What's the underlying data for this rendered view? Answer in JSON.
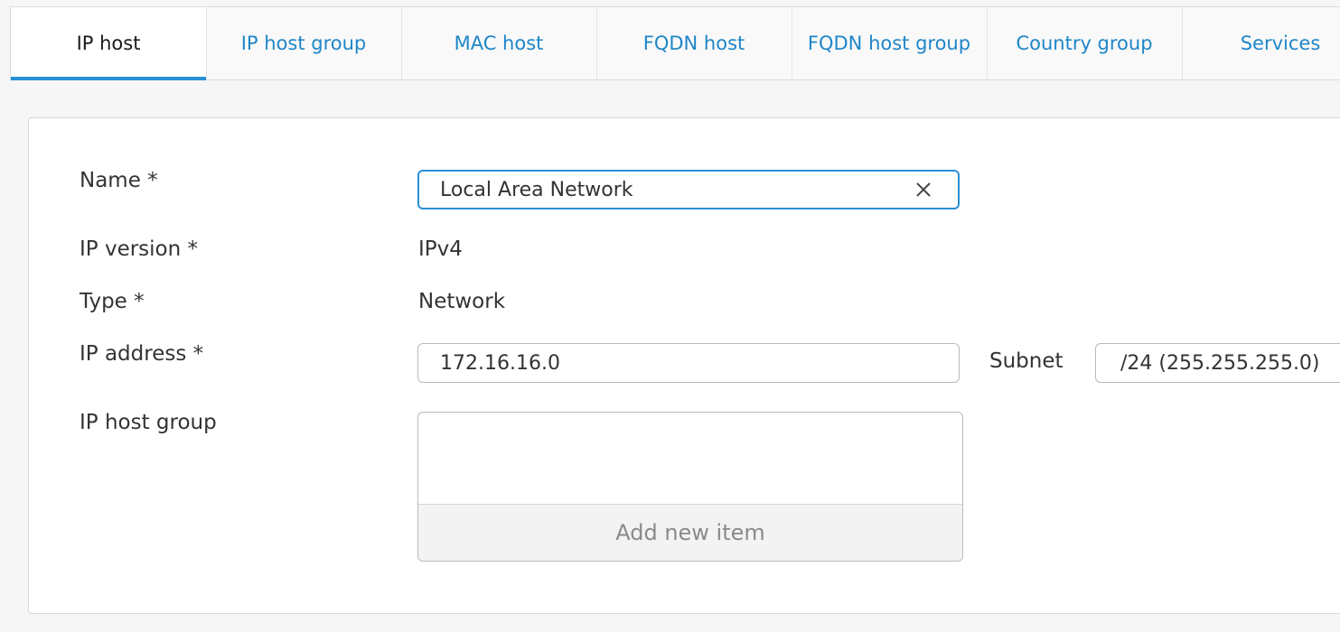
{
  "tabs": [
    {
      "label": "IP host",
      "active": true
    },
    {
      "label": "IP host group",
      "active": false
    },
    {
      "label": "MAC host",
      "active": false
    },
    {
      "label": "FQDN host",
      "active": false
    },
    {
      "label": "FQDN host group",
      "active": false
    },
    {
      "label": "Country group",
      "active": false
    },
    {
      "label": "Services",
      "active": false
    }
  ],
  "form": {
    "name": {
      "label": "Name *",
      "value": "Local Area Network"
    },
    "ip_version": {
      "label": "IP version *",
      "value": "IPv4"
    },
    "type": {
      "label": "Type *",
      "value": "Network"
    },
    "ip_address": {
      "label": "IP address *",
      "value": "172.16.16.0"
    },
    "subnet": {
      "label": "Subnet",
      "value": "/24 (255.255.255.0)"
    },
    "ip_host_group": {
      "label": "IP host group",
      "add_label": "Add new item"
    }
  },
  "colors": {
    "accent": "#2a8fd6",
    "tab_link": "#1f86c8"
  },
  "icons": {
    "clear": "close-icon"
  }
}
